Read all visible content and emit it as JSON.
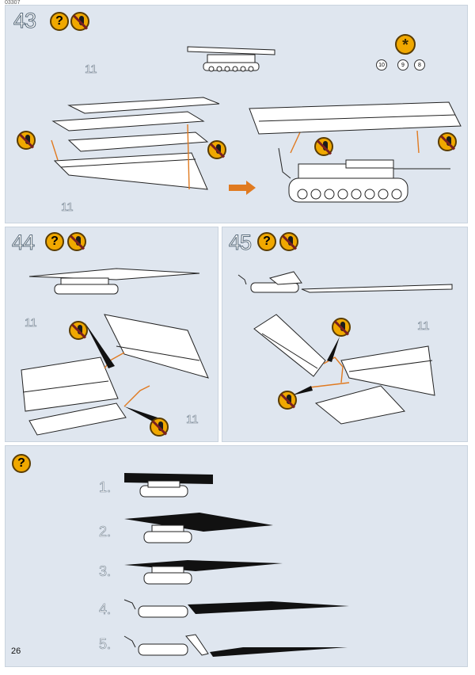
{
  "header": {
    "code": "03307"
  },
  "steps": [
    {
      "number": "43",
      "part_labels": [
        "11",
        "11"
      ],
      "callouts": [
        "10",
        "9",
        "8"
      ]
    },
    {
      "number": "44",
      "part_labels": [
        "11",
        "11"
      ]
    },
    {
      "number": "45",
      "part_labels": [
        "11"
      ]
    }
  ],
  "sequence": {
    "labels": [
      "1.",
      "2.",
      "3.",
      "4.",
      "5."
    ]
  },
  "icons": {
    "help": "?",
    "adhesive": "*"
  },
  "page": {
    "number": "26"
  }
}
